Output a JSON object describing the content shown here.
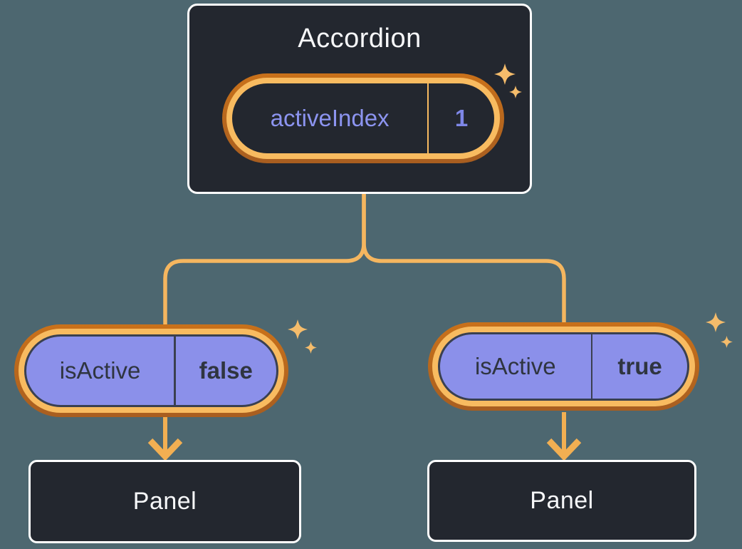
{
  "diagram": {
    "description": "React state tree: Accordion parent holding activeIndex state passed to two children as isActive, each rendering a Panel",
    "root": {
      "title": "Accordion",
      "state": {
        "label": "activeIndex",
        "value": "1"
      }
    },
    "children": [
      {
        "state": {
          "label": "isActive",
          "value": "false"
        },
        "panel_label": "Panel"
      },
      {
        "state": {
          "label": "isActive",
          "value": "true"
        },
        "panel_label": "Panel"
      }
    ]
  },
  "icons": {
    "sparkle": "four-point-star"
  },
  "colors": {
    "background": "#4D6770",
    "node-fill": "#23272F",
    "node-border": "#FFFFFF",
    "node-text": "#F6F7F9",
    "ring-outer-light": "#C9711A",
    "ring-outer-dark": "#A85E20",
    "ring-inner": "#F8BB60",
    "pill-fill": "#8B90EA",
    "pill-outline": "#3A4050",
    "pill-text": "#2F3540",
    "code-purple": "#8C94F0",
    "code-purple-bold": "#7E87E8",
    "connector": "#F5B65F",
    "arrow": "#F2AF52",
    "sparkle": "#F5BC6B"
  }
}
